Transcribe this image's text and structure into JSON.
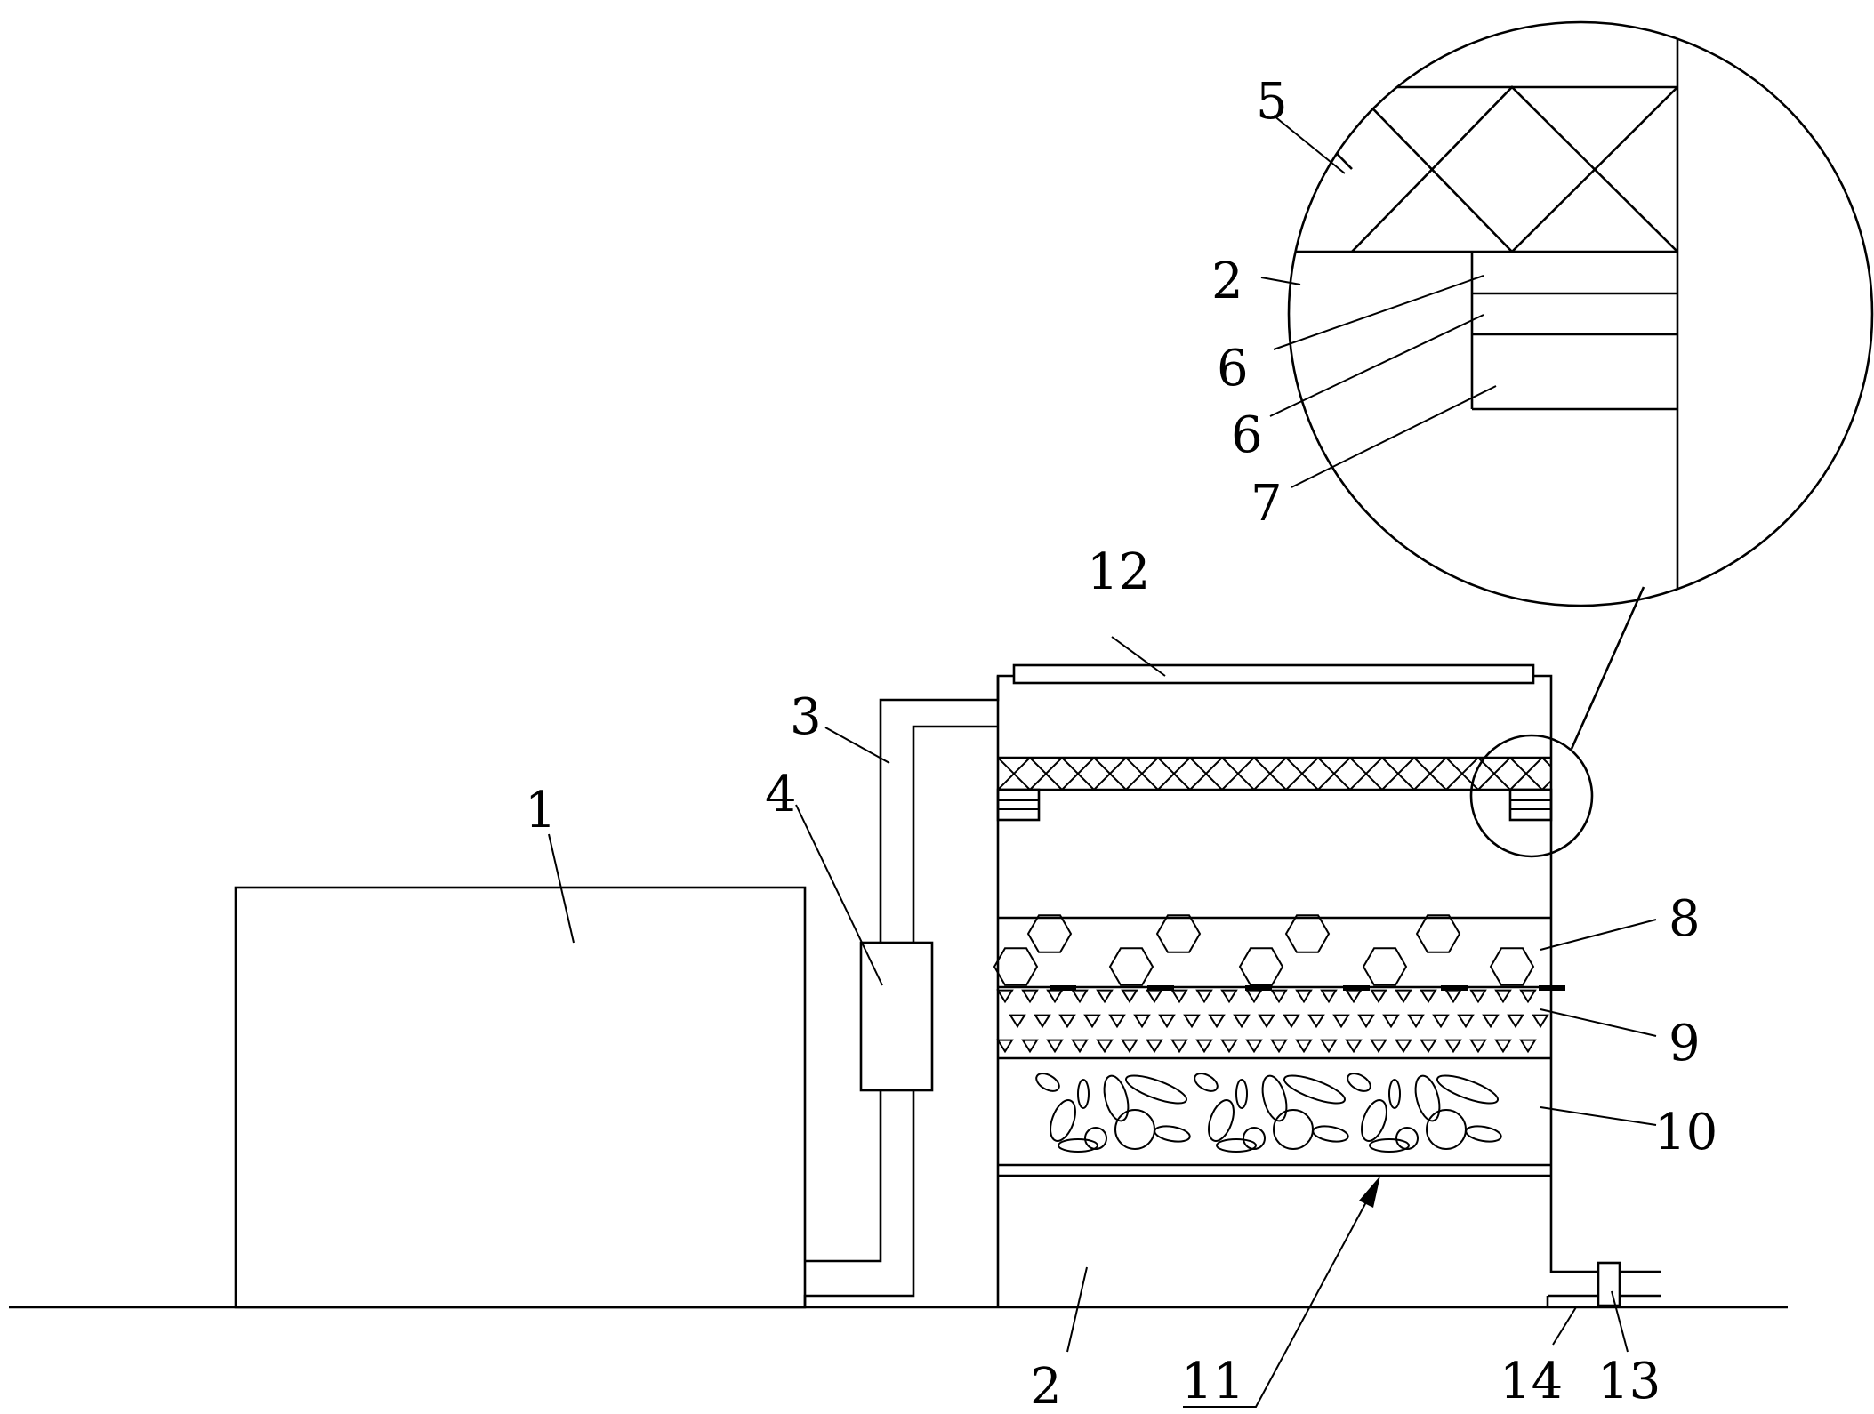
{
  "labels": {
    "l1": "1",
    "l2_bottom": "2",
    "l2_detail": "2",
    "l3": "3",
    "l4": "4",
    "l5": "5",
    "l6_upper": "6",
    "l6_lower": "6",
    "l7": "7",
    "l8": "8",
    "l9": "9",
    "l10": "10",
    "l11": "11",
    "l12": "12",
    "l13": "13",
    "l14": "14"
  }
}
